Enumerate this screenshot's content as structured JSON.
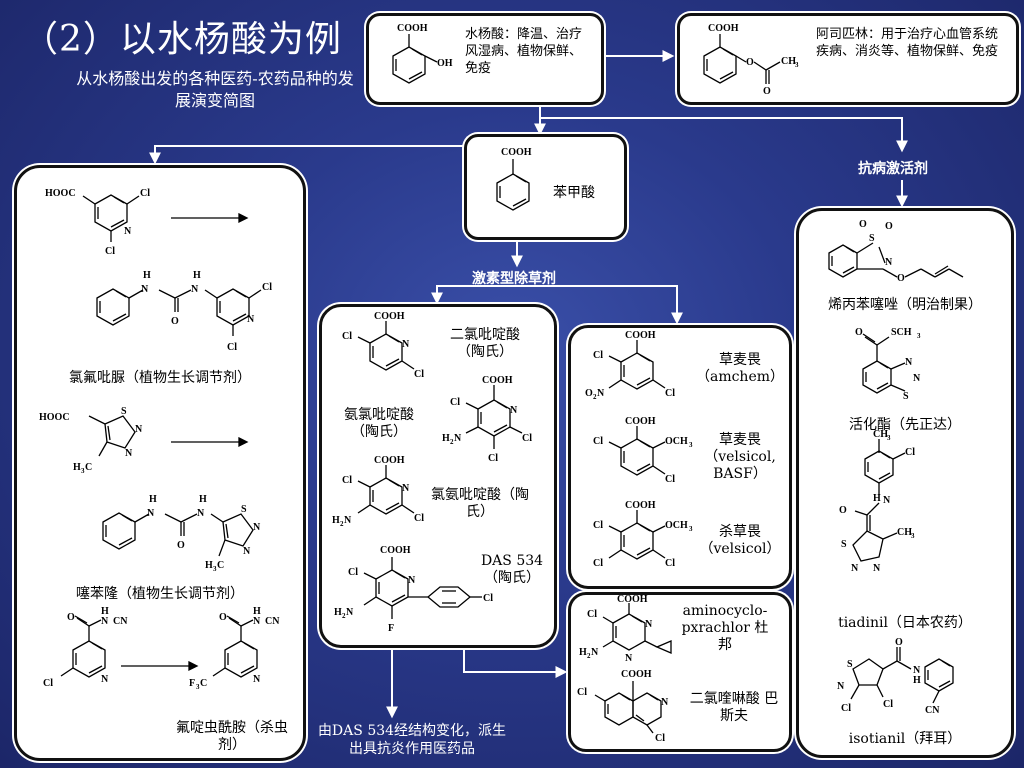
{
  "title": "（2）以水杨酸为例",
  "subtitle": "从水杨酸出发的各种医药-农药品种的发展演变简图",
  "salicylic": {
    "name_desc": "水杨酸：降温、治疗风湿病、植物保鲜、免疫",
    "cooh": "COOH",
    "oh": "OH"
  },
  "aspirin": {
    "name_desc": "阿司匹林：用于治疗心血管系统疾病、消炎等、植物保鲜、免疫",
    "cooh": "COOH",
    "o": "O",
    "ch3": "CH",
    "o2": "O"
  },
  "benzoic": {
    "name": "苯甲酸",
    "cooh": "COOH"
  },
  "labels": {
    "hormone_herbicide": "激素型除草剂",
    "antivirus_activator": "抗病激活剂"
  },
  "left_panel": {
    "chlorfluazuron": "氯氟吡脲（植物生长调节剂）",
    "thidiazuron": "噻苯隆（植物生长调节剂）",
    "flonicamid": "氟啶虫酰胺（杀虫剂）",
    "atoms": {
      "hooc": "HOOC",
      "cl": "Cl",
      "n": "N",
      "h": "H",
      "o": "O",
      "s": "S",
      "h3c": "H",
      "cn": "CN",
      "f3c": "F"
    }
  },
  "center_panel": {
    "clopyralid": "二氯吡啶酸（陶氏）",
    "picloram": "氨氯吡啶酸（陶氏）",
    "aminopyralid": "氯氨吡啶酸（陶氏）",
    "das534": "DAS 534（陶氏）",
    "atoms": {
      "cooh": "COOH",
      "cl": "Cl",
      "n": "N",
      "nh2": "NH",
      "h2n": "H",
      "f": "F"
    }
  },
  "mid_right_panel": {
    "dicamba_amchem": "草麦畏（amchem）",
    "dicamba_velsicol": "草麦畏（velsicol, BASF）",
    "tricamba": "杀草畏（velsicol）",
    "atoms": {
      "cooh": "COOH",
      "cl": "Cl",
      "o2n": "O",
      "och3": "OCH"
    }
  },
  "lower_mid_panel": {
    "aminocyclo": "aminocyclo-pxrachlor 杜邦",
    "quinclorac": "二氯喹啉酸 巴斯夫",
    "atoms": {
      "cooh": "COOH",
      "cl": "Cl",
      "n": "N",
      "h2n": "H"
    }
  },
  "right_panel": {
    "probenazole": "烯丙苯噻唑（明治制果）",
    "acibenzolar": "活化酯（先正达）",
    "tiadinil": "tiadinil（日本农药）",
    "isotianil": "isotianil（拜耳）",
    "atoms": {
      "s": "S",
      "o": "O",
      "n": "N",
      "sch3": "SCH",
      "ch3": "CH",
      "cl": "Cl",
      "h": "H",
      "cn": "CN"
    }
  },
  "bottom_note": "由DAS 534经结构变化，派生出具抗炎作用医药品"
}
